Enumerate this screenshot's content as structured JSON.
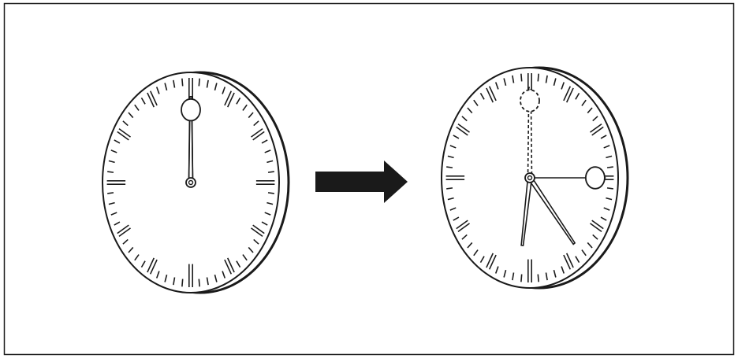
{
  "diagram": {
    "colors": {
      "stroke": "#1a1a1a",
      "face": "#ffffff",
      "arrow": "#1a1a1a"
    },
    "clocks": [
      {
        "id": "before",
        "hands": [
          {
            "role": "hour",
            "angle_deg": 0,
            "style": "solid"
          },
          {
            "role": "minute",
            "angle_deg": 0,
            "style": "solid",
            "ring": true
          }
        ]
      },
      {
        "id": "after",
        "hands": [
          {
            "role": "previous",
            "angle_deg": 0,
            "style": "dashed",
            "ring": true
          },
          {
            "role": "hour",
            "angle_deg": 188,
            "style": "solid"
          },
          {
            "role": "minute",
            "angle_deg": 140,
            "style": "solid"
          },
          {
            "role": "second",
            "angle_deg": 90,
            "style": "solid",
            "ring": true
          }
        ]
      }
    ],
    "arrow": {
      "direction": "right",
      "icon": "arrow-right-icon"
    }
  }
}
